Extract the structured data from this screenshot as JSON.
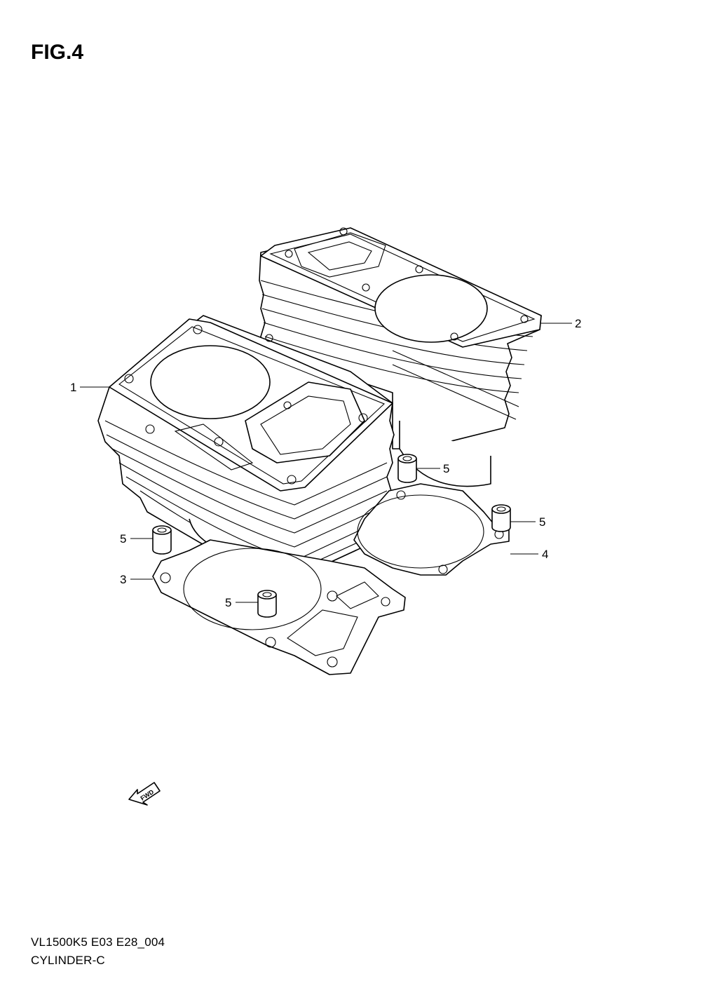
{
  "figure": {
    "title": "FIG.4",
    "code": "VL1500K5 E03 E28_004",
    "caption": "CYLINDER-C"
  },
  "callouts": {
    "c1": "1",
    "c2": "2",
    "c3": "3",
    "c4": "4",
    "c5a": "5",
    "c5b": "5",
    "c5c": "5",
    "c5d": "5"
  },
  "fwd_marker": {
    "label": "FWD"
  }
}
